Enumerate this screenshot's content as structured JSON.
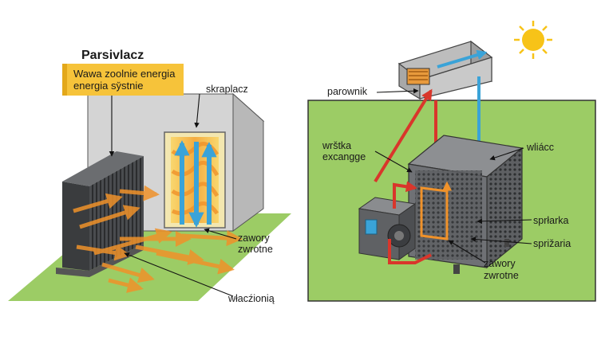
{
  "left_panel": {
    "title": "Parsivlacz",
    "callout_lines": [
      "Wawa zoolnie energia",
      "energia sy̆stnie"
    ],
    "labels": {
      "condenser": "skraplacz",
      "valves_line1": "zawory",
      "valves_line2": "zwrotne",
      "switch": "włacźionią"
    }
  },
  "right_panel": {
    "labels": {
      "evaporator": "parownik",
      "exchanger_line1": "wrštka",
      "exchanger_line2": "excangge",
      "switch": "wliácc",
      "compressor_a": "sprłarka",
      "compressor_b": "sprižaria",
      "valves_line1": "zawory",
      "valves_line2": "zwrotne"
    }
  },
  "colors": {
    "ground": "#9ccc65",
    "callout": "#f6c33a",
    "warm_arrow": "#f0922a",
    "cool_arrow": "#3aa3d8",
    "pipe": "#d9362b",
    "sun": "#f7c318"
  },
  "icons": [
    "sun-icon"
  ]
}
